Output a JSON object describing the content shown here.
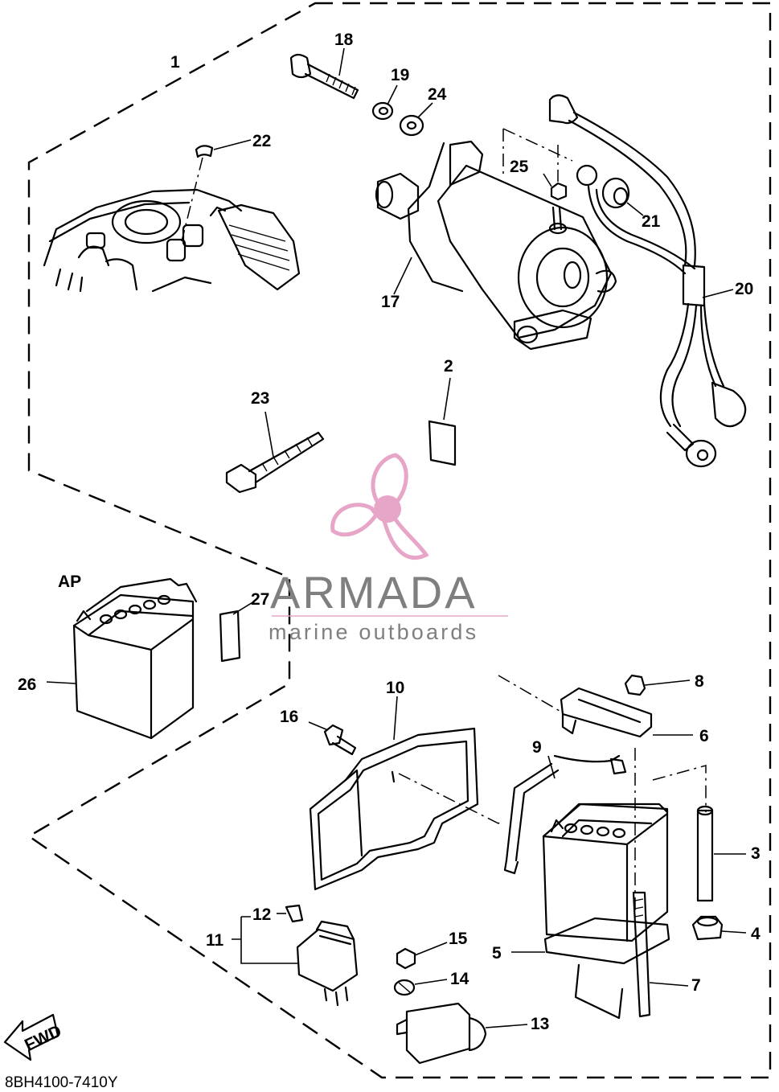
{
  "diagram": {
    "callouts": {
      "c1": "1",
      "c2": "2",
      "c3": "3",
      "c4": "4",
      "c5": "5",
      "c6": "6",
      "c7": "7",
      "c8": "8",
      "c9": "9",
      "c10": "10",
      "c11": "11",
      "c12": "12",
      "c13": "13",
      "c14": "14",
      "c15": "15",
      "c16": "16",
      "c17": "17",
      "c18": "18",
      "c19": "19",
      "c20": "20",
      "c21": "21",
      "c22": "22",
      "c23": "23",
      "c24": "24",
      "c25": "25",
      "c26": "26",
      "c27": "27"
    },
    "ap_label": "AP",
    "fwd_label": "FWD",
    "part_code": "8BH4100-7410Y"
  },
  "watermark": {
    "brand": "ARMADA",
    "tagline": "marine outboards",
    "logo_color": "#e7a5c8",
    "text_color": "#7f7f7f"
  }
}
